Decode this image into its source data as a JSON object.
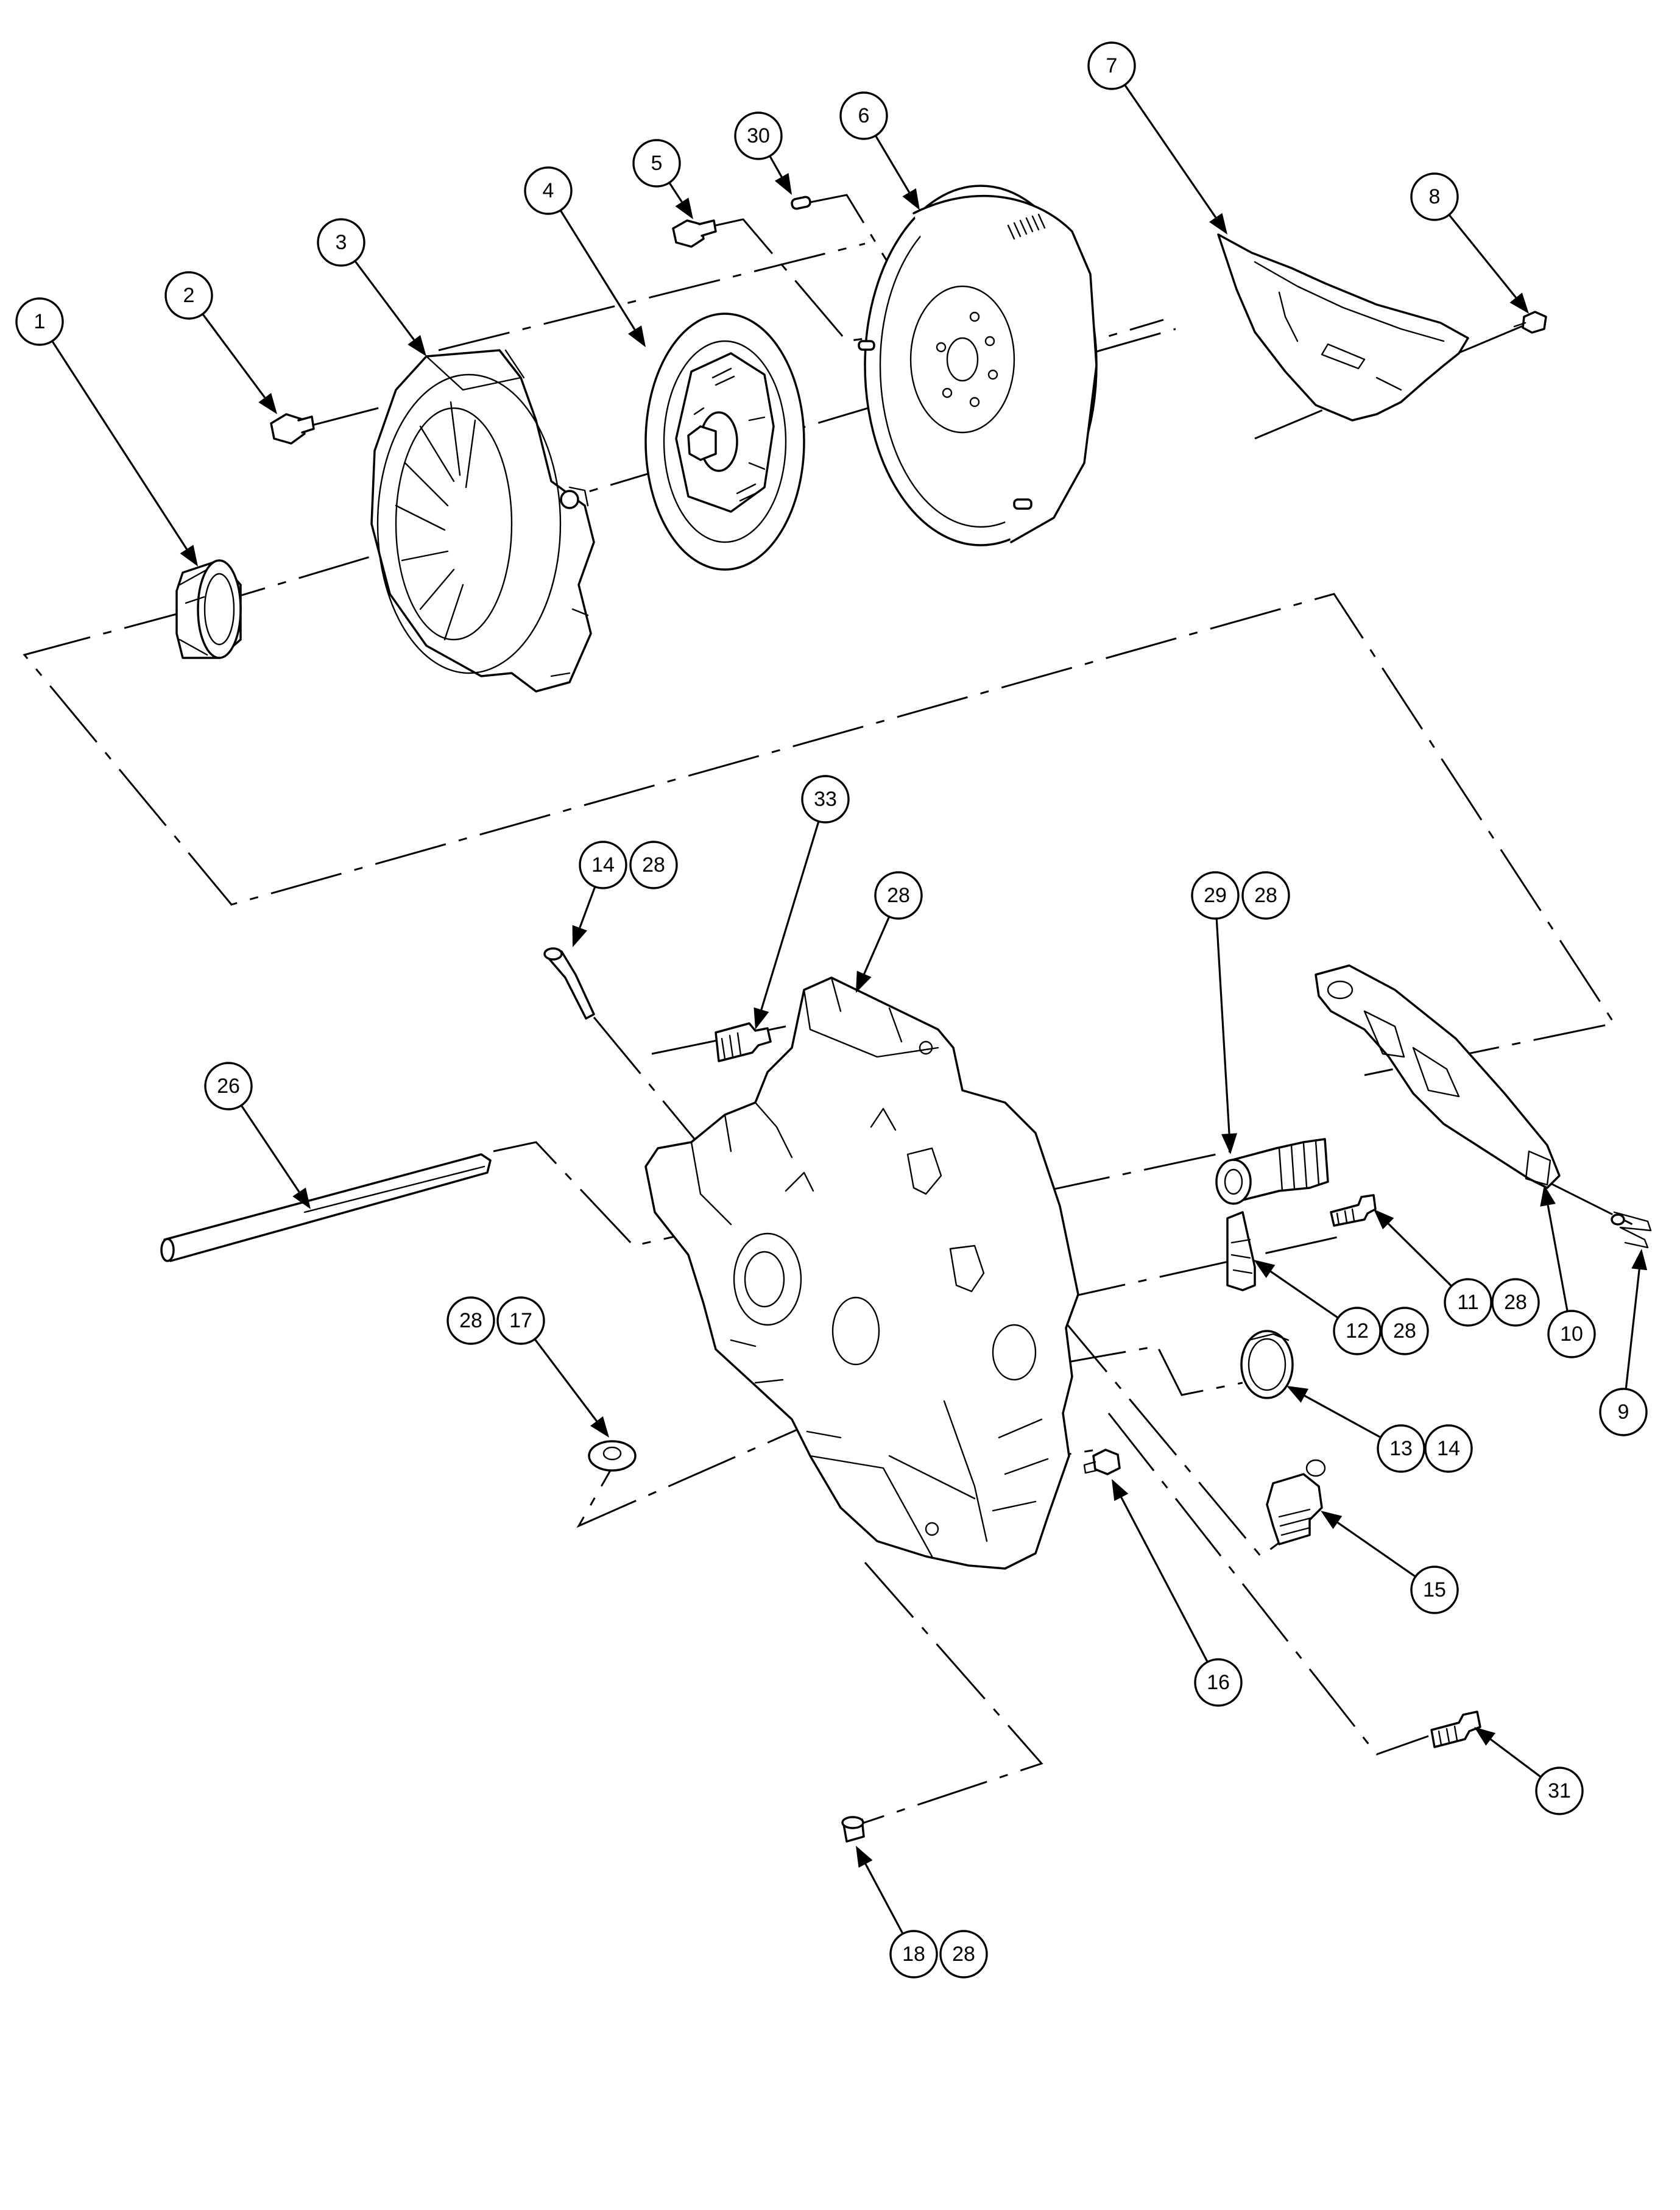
{
  "diagram": {
    "colors": {
      "line": "#000000",
      "background": "#ffffff"
    },
    "parts": [
      {
        "id": "release-bearing",
        "callouts": [
          "1"
        ]
      },
      {
        "id": "pressure-plate-bolt",
        "callouts": [
          "2"
        ]
      },
      {
        "id": "pressure-plate",
        "callouts": [
          "3"
        ]
      },
      {
        "id": "clutch-disc",
        "callouts": [
          "4"
        ]
      },
      {
        "id": "flywheel-bolt",
        "callouts": [
          "5"
        ]
      },
      {
        "id": "flywheel",
        "callouts": [
          "6"
        ]
      },
      {
        "id": "flywheel-shield",
        "callouts": [
          "7"
        ]
      },
      {
        "id": "shield-bolt",
        "callouts": [
          "8"
        ]
      },
      {
        "id": "release-lever-clip",
        "callouts": [
          "9"
        ]
      },
      {
        "id": "release-lever",
        "callouts": [
          "10"
        ]
      },
      {
        "id": "lever-pivot-stud",
        "callouts": [
          "11",
          "28"
        ]
      },
      {
        "id": "lever-pivot-retainer",
        "callouts": [
          "12",
          "28"
        ]
      },
      {
        "id": "input-shaft-seal",
        "callouts": [
          "13",
          "14"
        ]
      },
      {
        "id": "breather",
        "callouts": [
          "14",
          "28"
        ]
      },
      {
        "id": "backup-lamp-switch",
        "callouts": [
          "15"
        ]
      },
      {
        "id": "drain-plug",
        "callouts": [
          "16"
        ]
      },
      {
        "id": "filler-plug",
        "callouts": [
          "28",
          "17"
        ]
      },
      {
        "id": "dowel-bushing",
        "callouts": [
          "18",
          "28"
        ]
      },
      {
        "id": "clutch-tube",
        "callouts": [
          "26"
        ]
      },
      {
        "id": "transaxle-case",
        "callouts": [
          "28"
        ]
      },
      {
        "id": "bearing-retainer",
        "callouts": [
          "29",
          "28"
        ]
      },
      {
        "id": "flywheel-dowel-pin",
        "callouts": [
          "30"
        ]
      },
      {
        "id": "case-bolt",
        "callouts": [
          "31"
        ]
      },
      {
        "id": "case-stud",
        "callouts": [
          "33"
        ]
      }
    ]
  }
}
